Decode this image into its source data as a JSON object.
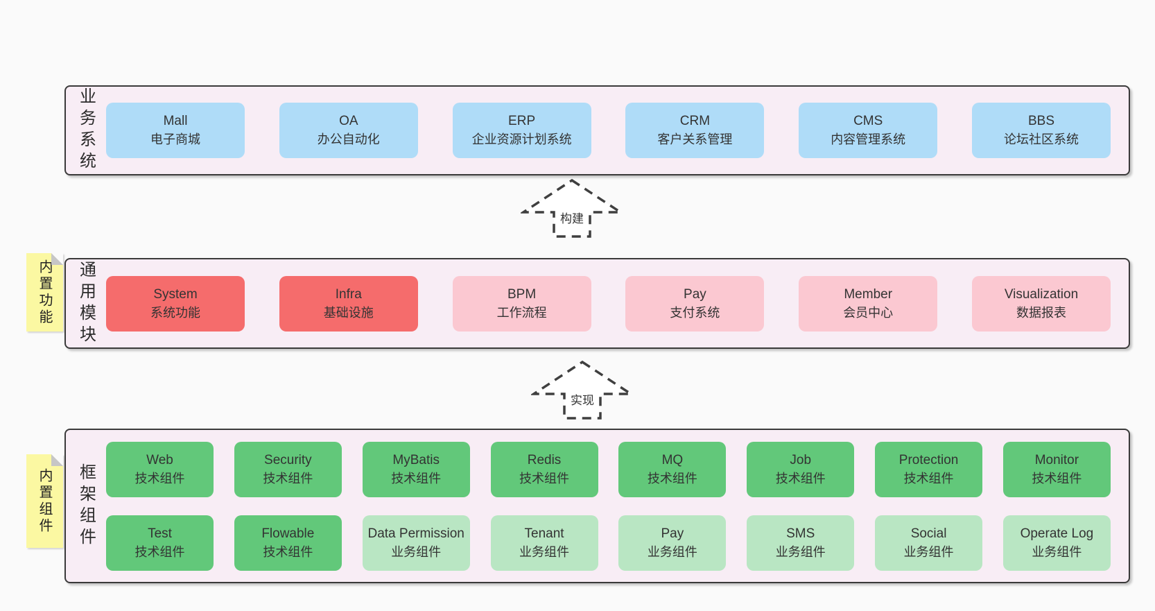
{
  "arrows": [
    {
      "label": "构建"
    },
    {
      "label": "实现"
    }
  ],
  "bands": [
    {
      "title": "业务系统",
      "boxes": [
        {
          "name": "Mall",
          "subtitle": "电子商城"
        },
        {
          "name": "OA",
          "subtitle": "办公自动化"
        },
        {
          "name": "ERP",
          "subtitle": "企业资源计划系统"
        },
        {
          "name": "CRM",
          "subtitle": "客户关系管理"
        },
        {
          "name": "CMS",
          "subtitle": "内容管理系统"
        },
        {
          "name": "BBS",
          "subtitle": "论坛社区系统"
        }
      ]
    },
    {
      "title": "通用模块",
      "sticky": "内置功能",
      "boxes": [
        {
          "name": "System",
          "subtitle": "系统功能"
        },
        {
          "name": "Infra",
          "subtitle": "基础设施"
        },
        {
          "name": "BPM",
          "subtitle": "工作流程"
        },
        {
          "name": "Pay",
          "subtitle": "支付系统"
        },
        {
          "name": "Member",
          "subtitle": "会员中心"
        },
        {
          "name": "Visualization",
          "subtitle": "数据报表"
        }
      ]
    },
    {
      "title": "框架组件",
      "sticky": "内置组件",
      "rows": [
        [
          {
            "name": "Web",
            "subtitle": "技术组件"
          },
          {
            "name": "Security",
            "subtitle": "技术组件"
          },
          {
            "name": "MyBatis",
            "subtitle": "技术组件"
          },
          {
            "name": "Redis",
            "subtitle": "技术组件"
          },
          {
            "name": "MQ",
            "subtitle": "技术组件"
          },
          {
            "name": "Job",
            "subtitle": "技术组件"
          },
          {
            "name": "Protection",
            "subtitle": "技术组件"
          },
          {
            "name": "Monitor",
            "subtitle": "技术组件"
          }
        ],
        [
          {
            "name": "Test",
            "subtitle": "技术组件"
          },
          {
            "name": "Flowable",
            "subtitle": "技术组件"
          },
          {
            "name": "Data Permission",
            "subtitle": "业务组件"
          },
          {
            "name": "Tenant",
            "subtitle": "业务组件"
          },
          {
            "name": "Pay",
            "subtitle": "业务组件"
          },
          {
            "name": "SMS",
            "subtitle": "业务组件"
          },
          {
            "name": "Social",
            "subtitle": "业务组件"
          },
          {
            "name": "Operate Log",
            "subtitle": "业务组件"
          }
        ]
      ]
    }
  ],
  "colors": {
    "page_background": "#fafafa",
    "band_background": "#f8edf5",
    "band_border": "#3a3a3a",
    "business_box": "#afdcf8",
    "core_module_box": "#f56c6c",
    "module_box": "#fbc8d1",
    "tech_component_box": "#62c87a",
    "biz_component_box": "#b9e6c3",
    "sticky_note": "#fbf8a2",
    "text": "#333333"
  }
}
